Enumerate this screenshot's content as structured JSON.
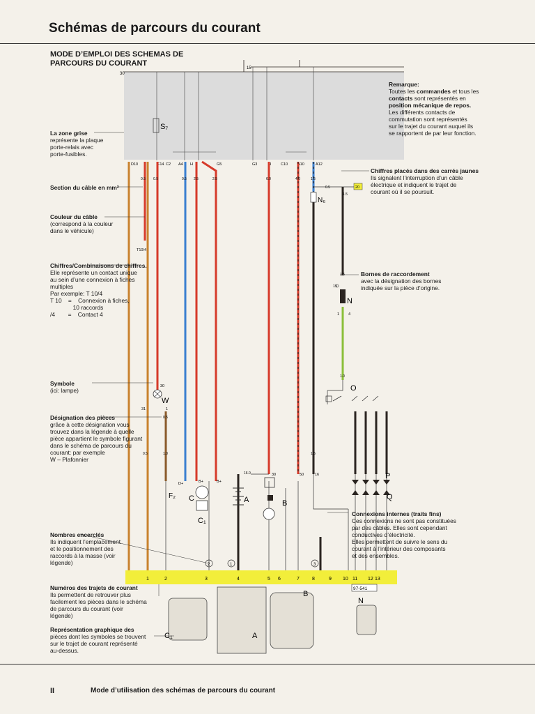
{
  "page_title": "Schémas de parcours du courant",
  "heading_line1": "MODE D’EMPLOI DES SCHEMAS DE",
  "heading_line2": "PARCOURS DU COURANT",
  "remark": {
    "title": "Remarque:",
    "line1a": "Toutes les ",
    "line1b": "commandes",
    "line1c": " et tous les",
    "line2a": "contacts",
    "line2b": " sont représentés en",
    "line3": "position mécanique de repos.",
    "line4": "Les différents contacts de",
    "line5": "commutation sont représentés",
    "line6": "sur le trajet du courant auquel ils",
    "line7": "se rapportent de par leur fonction."
  },
  "annotations": {
    "gray_zone": [
      "La zone grise",
      "représente la plaque",
      "porte-relais avec",
      "porte-fusibles."
    ],
    "wire_section": "Section du câble en mm²",
    "wire_color": [
      "Couleur du câble",
      "(correspond à la couleur",
      "dans le véhicule)"
    ],
    "numbers": [
      "Chiffres/Combinaisons de chiffres.",
      "Elle représente un contact unique",
      "au sein d’une connexion à fiches",
      "multiples",
      "Par exemple: T 10/4",
      "T 10    =    Connexion à fiches,",
      "              10 raccords",
      "/4        =    Contact 4"
    ],
    "symbol": [
      "Symbole",
      "(ici: lampe)"
    ],
    "designation": [
      "Désignation des pièces",
      "grâce à cette désignation vous",
      "trouvez dans la légende à quelle",
      "pièce appartient le symbole figurant",
      "dans le schéma de parcours du",
      "courant: par exemple",
      "W – Plafonnier"
    ],
    "circled": [
      "Nombres encerclés",
      "Ils indiquent l’emplacement",
      "et le positionnement des",
      "raccords à la masse (voir",
      "légende)"
    ],
    "path_numbers": [
      "Numéros des trajets de courant",
      "Ils permettent de retrouver plus",
      "facilement les pièces dans le schéma",
      "de parcours du courant (voir",
      "légende)"
    ],
    "graphic": [
      "Représentation graphique des",
      "pièces dont les symboles se trouvent",
      "sur le trajet de courant représenté",
      "au-dessus."
    ],
    "yellow_boxes": [
      "Chiffres placés dans des carrés jaunes",
      "Ils signalent l’interruption d’un câble",
      "électrique et indiquent le trajet de",
      "courant où il se poursuit."
    ],
    "terminals": [
      "Bornes de raccordement",
      "avec la désignation des bornes",
      "indiquée sur la pièce d’origine."
    ],
    "internal": [
      "Connexions internes (traits fins)",
      "Ces connexions ne sont pas constituées",
      "par des câbles. Elles sont cependant",
      "conductives d’électricité.",
      "Elles permettent de suivre le sens du",
      "courant à l’intérieur des composants",
      "et des ensembles."
    ]
  },
  "diagram_labels": {
    "top_30": "30",
    "top_15": "15",
    "fuse": "S₇",
    "connectors": [
      "D10",
      "F14",
      "C2",
      "A4",
      "H",
      "G5",
      "G3",
      "H",
      "C10",
      "A10",
      "A12"
    ],
    "sections": [
      "0.5",
      "0.5",
      "0.5",
      "2.5",
      "2.5",
      "6.0",
      "4.0",
      "1.5",
      "1.5",
      "1.0",
      "1.5",
      "0.5",
      "1.0",
      "0.5",
      "0.5",
      "1.5",
      "16.0"
    ],
    "t_label": "T10/4",
    "yellow_box_20": "20",
    "parts": [
      "N₆",
      "N",
      "O",
      "P",
      "Q",
      "W",
      "F₂",
      "C",
      "C₁",
      "A",
      "B",
      "N",
      "B",
      "A",
      "C₁"
    ],
    "terminal_nums": [
      "30",
      "31",
      "1",
      "15",
      "1",
      "4",
      "D+",
      "B+",
      "B+",
      "30",
      "50",
      "16"
    ],
    "circled": [
      "2",
      "1",
      "3"
    ],
    "bus_numbers": [
      "1",
      "2",
      "3",
      "4",
      "5",
      "6",
      "7",
      "8",
      "9",
      "10",
      "11",
      "12",
      "13"
    ],
    "ref_box": "97-541"
  },
  "footer_page": "II",
  "footer_text": "Mode d’utilisation des schémas de parcours du courant",
  "colors": {
    "red": "#d63a2a",
    "blue": "#3a7fd0",
    "brown": "#8a5a2a",
    "black": "#2a2420",
    "green": "#8bbf3a",
    "yellow": "#f2ee3a",
    "gray": "#dcdcdc",
    "orange": "#c9822e"
  }
}
